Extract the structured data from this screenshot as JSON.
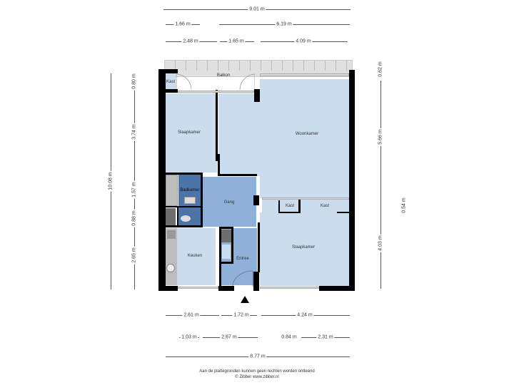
{
  "colors": {
    "room_light": "#cbdcee",
    "room_mid": "#8fb0d8",
    "room_dark": "#4d74a6",
    "balcony": "#e0e0e0",
    "wall": "#000000",
    "fixture": "#bdbdbd",
    "fixture_dark": "#6e6e6e"
  },
  "rooms": {
    "balkon": "Balkon",
    "kast_top": "Kast",
    "slaapkamer_top": "Slaapkamer",
    "woonkamer": "Woonkamer",
    "badkamer": "Badkamer",
    "gang": "Gang",
    "kast_mid1": "Kast",
    "kast_mid2": "Kast",
    "keuken": "Keuken",
    "entree": "Entree",
    "slaapkamer_bottom": "Slaapkamer"
  },
  "dimensions": {
    "top": {
      "total": "9.01 m",
      "row2": [
        "1.66 m",
        "6.19 m"
      ],
      "row3": [
        "2.48 m",
        "1.65 m",
        "4.09 m"
      ]
    },
    "left": {
      "total": "10.08 m",
      "segments": [
        "0.80 m",
        "3.74 m",
        "1.57 m",
        "0.88 m",
        "2.65 m"
      ]
    },
    "right": {
      "segments": [
        "0.62 m",
        "5.66 m",
        "4.03 m"
      ],
      "extra": "0.54 m"
    },
    "bottom": {
      "row1": [
        "2.61 m",
        "1.72 m",
        "4.24 m"
      ],
      "row2": [
        "1.03 m",
        "2.67 m",
        "0.84 m",
        "2.31 m"
      ],
      "total": "8.77 m"
    }
  },
  "footer": {
    "line1": "Aan de plattegronden kunnen geen rechten worden ontleend",
    "line2": "© Zibber www.zibber.nl"
  },
  "icons": {
    "entrance": "north-arrow-icon"
  }
}
